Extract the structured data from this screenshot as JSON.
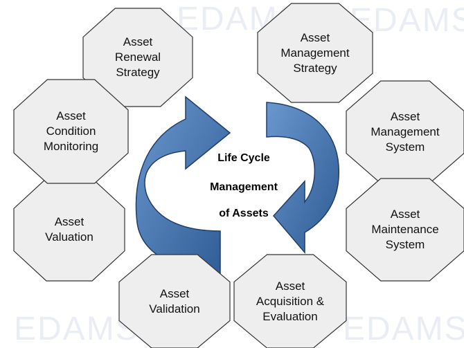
{
  "diagram": {
    "center_lines": [
      "Life Cycle",
      "Management",
      "of Assets"
    ],
    "nodes": [
      {
        "id": "renewal",
        "label": "Asset\nRenewal\nStrategy"
      },
      {
        "id": "mgmt-strategy",
        "label": "Asset\nManagement\nStrategy"
      },
      {
        "id": "mgmt-system",
        "label": "Asset\nManagement\nSystem"
      },
      {
        "id": "maint-system",
        "label": "Asset\nMaintenance\nSystem"
      },
      {
        "id": "acquisition",
        "label": "Asset\nAcquisition &\nEvaluation"
      },
      {
        "id": "validation",
        "label": "Asset\nValidation"
      },
      {
        "id": "valuation",
        "label": "Asset\nValuation"
      },
      {
        "id": "condition",
        "label": "Asset\nCondition\nMonitoring"
      }
    ]
  },
  "watermark": {
    "text": "EDAMS"
  },
  "colors": {
    "octagon_fill": "#eeeeee",
    "octagon_stroke": "#333333",
    "arrow_fill": "#3f6fab",
    "arrow_stroke": "#1f3d66",
    "watermark": "#eaeef4"
  }
}
